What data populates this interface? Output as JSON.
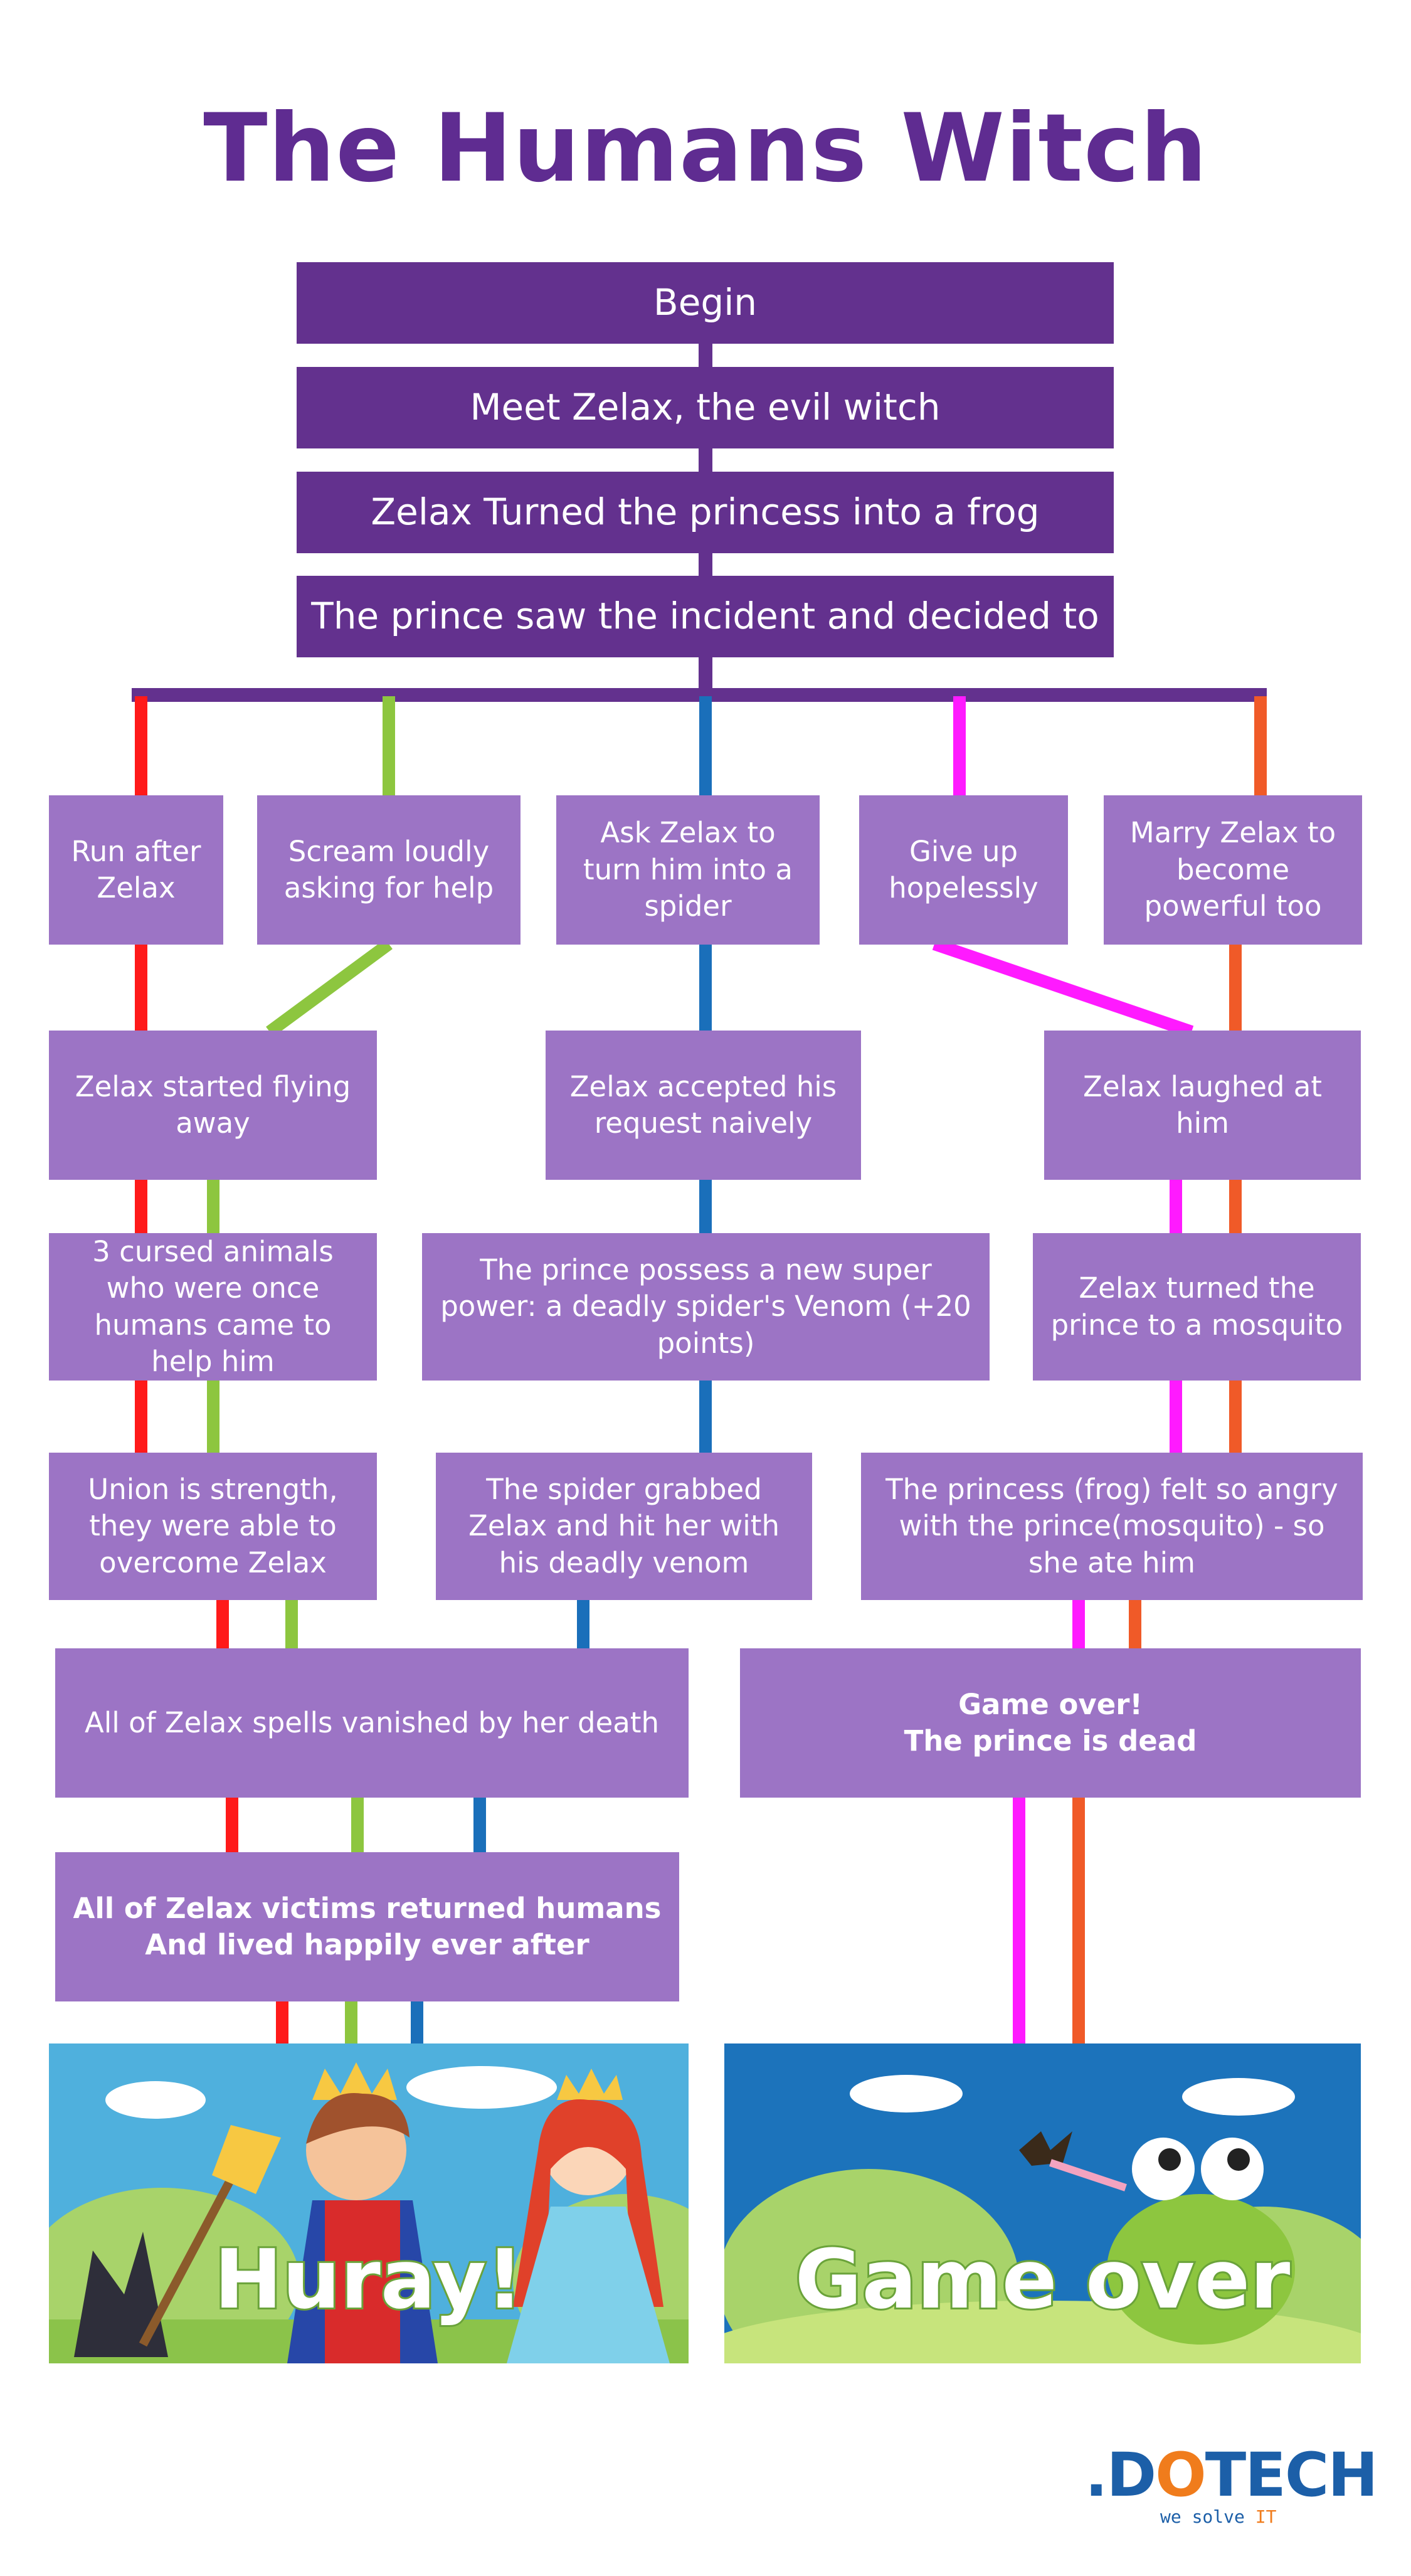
{
  "title": "The Humans Witch",
  "colors": {
    "dark_box": "#63318e",
    "light_box": "#9c74c5",
    "red": "#ff1a1a",
    "green": "#8dc63f",
    "blue": "#1a6fba",
    "magenta": "#ff1aff",
    "orange": "#f05a28"
  },
  "main_steps": [
    "Begin",
    "Meet Zelax, the evil witch",
    "Zelax Turned the princess into a frog",
    "The prince saw the incident and decided to"
  ],
  "choices": {
    "run": "Run after Zelax",
    "scream": "Scream loudly asking for help",
    "spider": "Ask Zelax to turn him into a spider",
    "giveup": "Give up hopelessly",
    "marry": "Marry Zelax to become powerful too"
  },
  "outcomes": {
    "flying": "Zelax started flying away",
    "accepted": "Zelax accepted his request naively",
    "laughed": "Zelax laughed at him",
    "animals": "3 cursed animals who were once humans came to help him",
    "power": "The prince possess a new super power: a deadly spider's Venom (+20 points)",
    "mosquito": "Zelax turned the prince to a mosquito",
    "union": "Union is strength, they were able to overcome Zelax",
    "grabbed": "The spider grabbed Zelax and hit her with his deadly venom",
    "ate": "The princess (frog) felt so angry with the prince(mosquito) - so she ate him",
    "vanished": "All of Zelax spells vanished by her death",
    "gameover_line1": "Game over!",
    "gameover_line2": "The prince is dead",
    "happy_line1": "All of Zelax victims returned humans",
    "happy_line2": "And lived happily ever after"
  },
  "scenes": {
    "happy_label": "Huray!",
    "gameover_label": "Game over"
  },
  "logo": {
    "brand_prefix": ".D",
    "brand_o": "O",
    "brand_suffix": "TECH",
    "tagline": "we solve",
    "tagline_accent": "IT"
  }
}
